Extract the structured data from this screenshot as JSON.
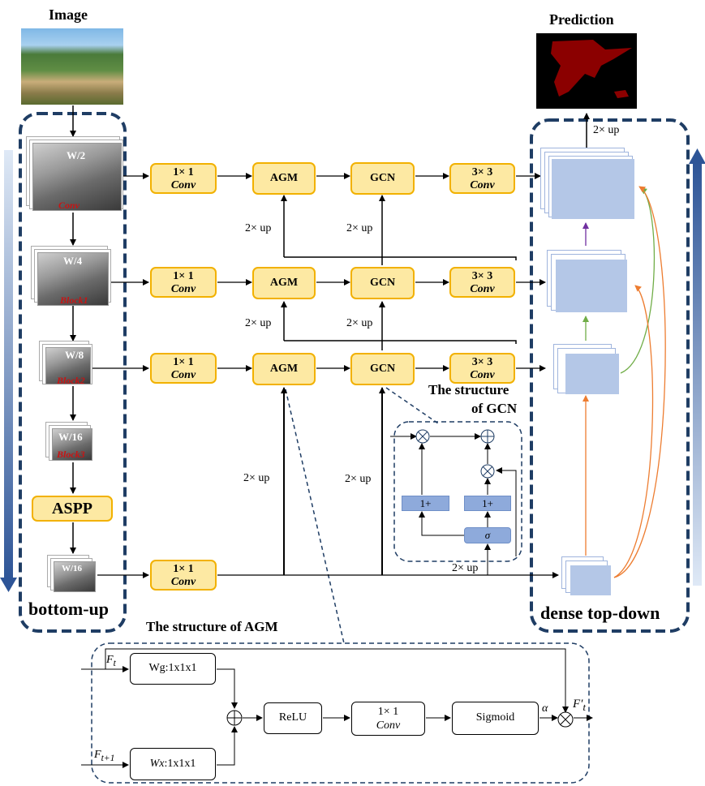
{
  "title_image": "Image",
  "title_prediction": "Prediction",
  "bottom_up_label": "bottom-up",
  "dense_label": "dense top-down",
  "aspp_label": "ASPP",
  "gcn_structure_line1": "The structure",
  "gcn_structure_line2": "of GCN",
  "agm_structure": "The structure of AGM",
  "up2": "2× up",
  "conv1_top": "1× 1",
  "conv_bottom": "Conv",
  "conv3_top": "3× 3",
  "agm": "AGM",
  "gcn": "GCN",
  "thumbs": [
    {
      "size": "W/2",
      "name": "Conv"
    },
    {
      "size": "W/4",
      "name": "Block1"
    },
    {
      "size": "W/8",
      "name": "Block2"
    },
    {
      "size": "W/16",
      "name": "Block3"
    },
    {
      "size": "W/16",
      "name": ""
    }
  ],
  "gcn_detail": {
    "one_plus": "1+",
    "sigma": "σ",
    "times": "⊗",
    "plus": "⊕"
  },
  "agm_detail": {
    "ft": "F",
    "ft_sub": "t",
    "ft1_sub": "t+1",
    "ftp": "F′",
    "wg": "Wg:1x1x1",
    "wx_italic": "Wx",
    "wx_rest": ":1x1x1",
    "relu": "ReLU",
    "conv_top": "1× 1",
    "conv_bottom": "Conv",
    "sigmoid": "Sigmoid",
    "alpha": "α"
  },
  "colors": {
    "dash_blue": "#1f3d64",
    "yellow_fill": "#fde9a3",
    "yellow_border": "#f2b100",
    "fmap_blue": "#b4c7e7",
    "arrow_purple": "#7030a0",
    "arrow_green": "#70ad47",
    "arrow_orange": "#ed7d31",
    "prediction_red": "#8b0000"
  }
}
